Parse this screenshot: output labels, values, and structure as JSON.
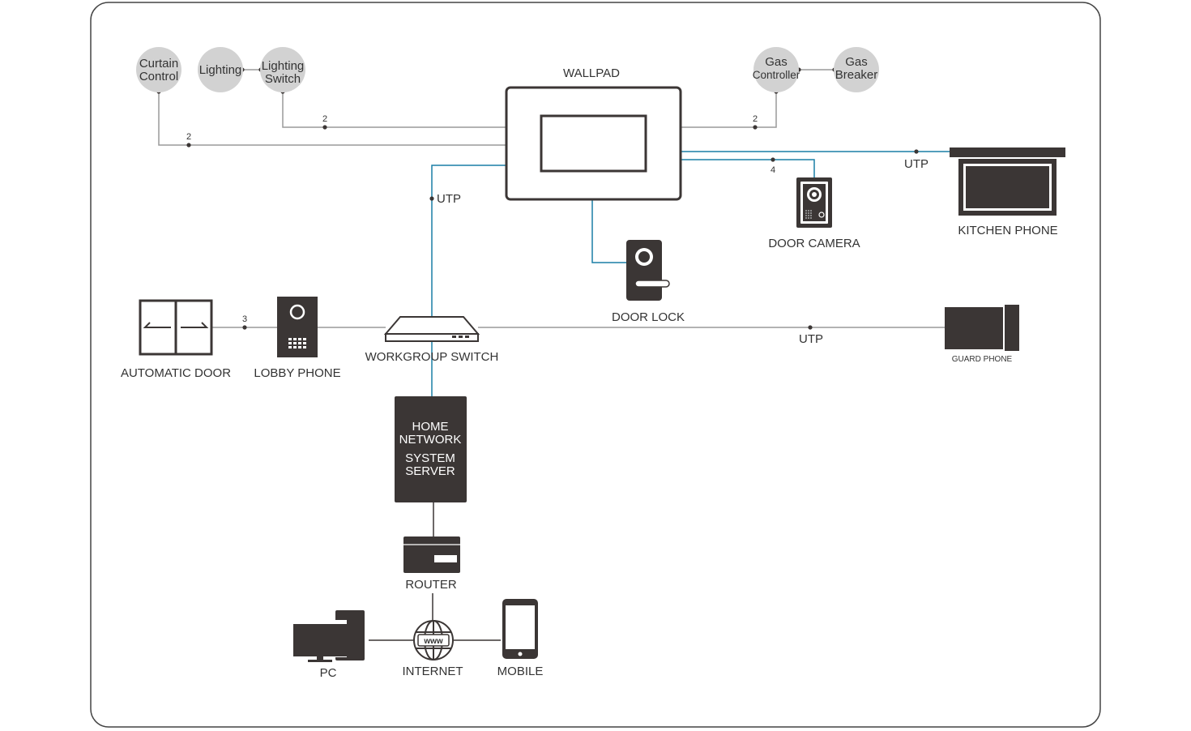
{
  "nodes": {
    "curtain_control": {
      "line1": "Curtain",
      "line2": "Control"
    },
    "lighting": {
      "label": "Lighting"
    },
    "lighting_switch": {
      "line1": "Lighting",
      "line2": "Switch"
    },
    "gas_controller": {
      "line1": "Gas",
      "line2": "Controller"
    },
    "gas_breaker": {
      "line1": "Gas",
      "line2": "Breaker"
    },
    "wallpad": {
      "label": "WALLPAD"
    },
    "door_camera": {
      "label": "DOOR CAMERA"
    },
    "kitchen_phone": {
      "label": "KITCHEN PHONE"
    },
    "door_lock": {
      "label": "DOOR LOCK"
    },
    "automatic_door": {
      "label": "AUTOMATIC DOOR"
    },
    "lobby_phone": {
      "label": "LOBBY PHONE"
    },
    "workgroup_switch": {
      "label": "WORKGROUP SWITCH"
    },
    "guard_phone": {
      "label": "GUARD PHONE"
    },
    "server": {
      "line1": "HOME",
      "line2": "NETWORK",
      "line3": "SYSTEM",
      "line4": "SERVER"
    },
    "router": {
      "label": "ROUTER"
    },
    "pc": {
      "label": "PC"
    },
    "internet": {
      "label": "INTERNET",
      "badge": "www"
    },
    "mobile": {
      "label": "MOBILE"
    }
  },
  "links": {
    "curtain_count": "2",
    "lighting_switch_count": "2",
    "gas_count": "2",
    "door_camera_count": "4",
    "kitchen_utp": "UTP",
    "switch_utp": "UTP",
    "lobby_count": "3",
    "guard_utp": "UTP"
  },
  "colors": {
    "device": "#3b3635",
    "circle": "#d2d2d2",
    "gray_line": "#9a9a9a",
    "blue_line": "#1a7fa6",
    "frame": "#444444"
  }
}
